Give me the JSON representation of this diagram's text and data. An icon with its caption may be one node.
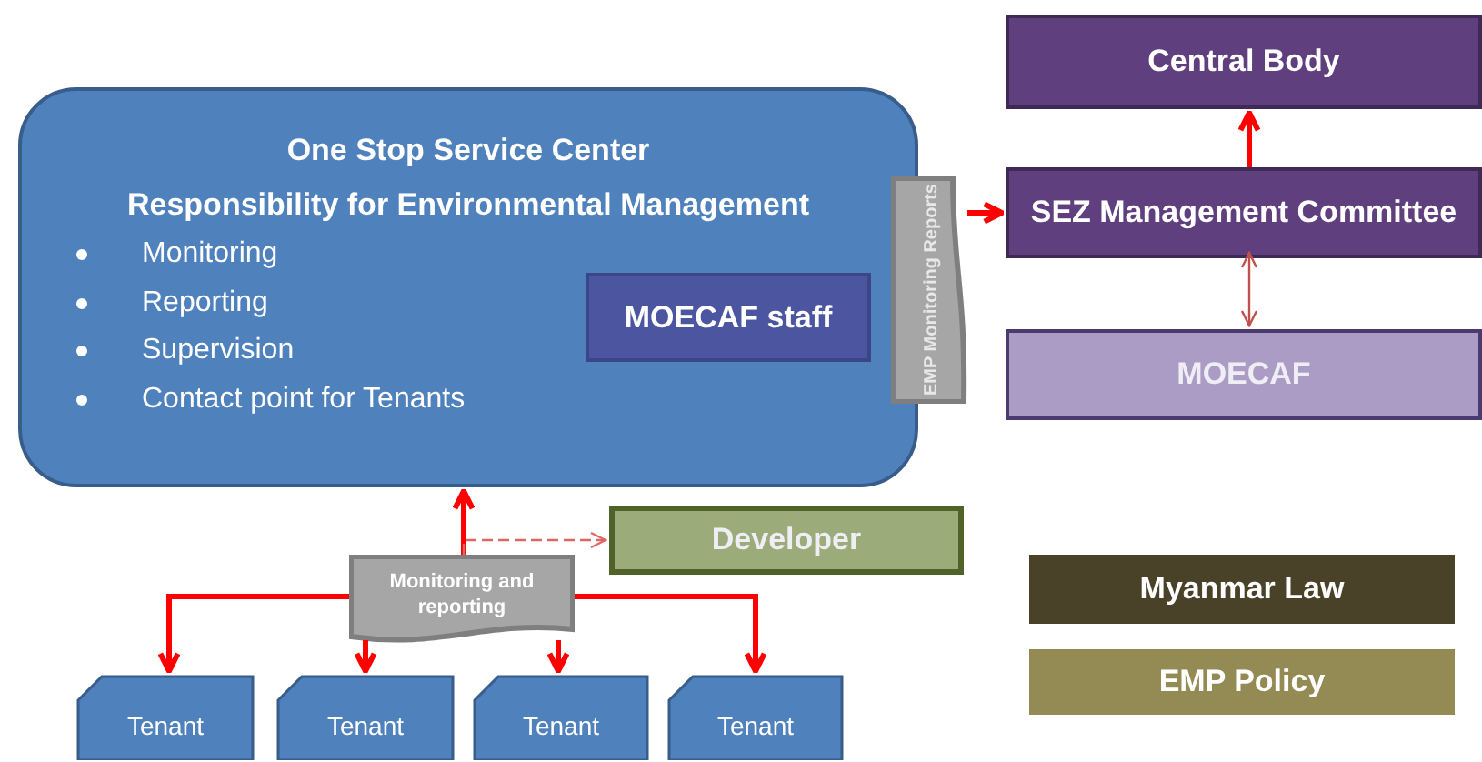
{
  "diagram": {
    "nodes": [
      {
        "text": [
          "One Stop Service Center",
          "Responsibility for Environmental Management",
          "Monitoring",
          "Reporting",
          "Supervision",
          "Contact point for Tenants"
        ]
      },
      {
        "text": [
          "MOECAF staff"
        ],
        "in": 0
      },
      {
        "text": [
          "EMP Monitoring Reports"
        ]
      },
      {
        "text": [
          "Central Body"
        ]
      },
      {
        "text": [
          "SEZ Management Committee"
        ]
      },
      {
        "text": [
          "MOECAF"
        ]
      },
      {
        "text": [
          "Developer"
        ]
      },
      {
        "text": [
          "Monitoring and reporting"
        ]
      },
      {
        "text": [
          "Tenant"
        ]
      },
      {
        "text": [
          "Tenant"
        ]
      },
      {
        "text": [
          "Tenant"
        ]
      },
      {
        "text": [
          "Tenant"
        ]
      },
      {
        "text": [
          "Myanmar Law"
        ]
      },
      {
        "text": [
          "EMP Policy"
        ]
      }
    ],
    "edges": [
      {
        "from": 2,
        "to": 4,
        "arrow": "to"
      },
      {
        "from": 4,
        "to": 3,
        "arrow": "to"
      },
      {
        "from": 4,
        "to": 5,
        "arrow": "both",
        "color": "#c0504d"
      },
      {
        "from": 7,
        "to": 0,
        "arrow": "to"
      },
      {
        "from": 7,
        "to": 6,
        "arrow": "to",
        "style": "dashed",
        "color": "#e06666"
      },
      {
        "from": 7,
        "to": 8,
        "arrow": "to"
      },
      {
        "from": 7,
        "to": 9,
        "arrow": "to"
      },
      {
        "from": 7,
        "to": 10,
        "arrow": "to"
      },
      {
        "from": 7,
        "to": 11,
        "arrow": "to"
      }
    ]
  }
}
